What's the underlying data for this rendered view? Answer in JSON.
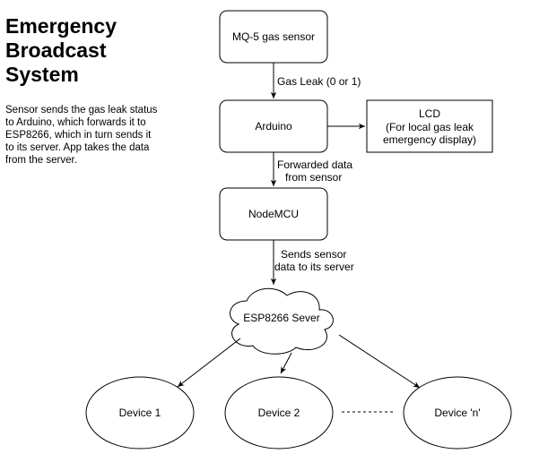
{
  "title_lines": [
    "Emergency",
    "Broadcast",
    "System"
  ],
  "description_lines": [
    "Sensor sends the gas leak status",
    "to Arduino, which forwards it to",
    "ESP8266, which in turn sends it",
    "to its server. App takes the data",
    "from the server."
  ],
  "nodes": {
    "sensor": "MQ-5 gas sensor",
    "arduino": "Arduino",
    "lcd": [
      "LCD",
      "(For local gas leak",
      "emergency display)"
    ],
    "nodemcu": "NodeMCU",
    "server": "ESP8266 Sever",
    "device1": "Device 1",
    "device2": "Device 2",
    "device_n": "Device 'n'"
  },
  "edges": {
    "gas_leak": "Gas Leak (0 or 1)",
    "forwarded": [
      "Forwarded data",
      "from sensor"
    ],
    "sends": [
      "Sends sensor",
      "data to its server"
    ]
  },
  "colors": {
    "stroke": "#000000",
    "fill": "#ffffff"
  }
}
